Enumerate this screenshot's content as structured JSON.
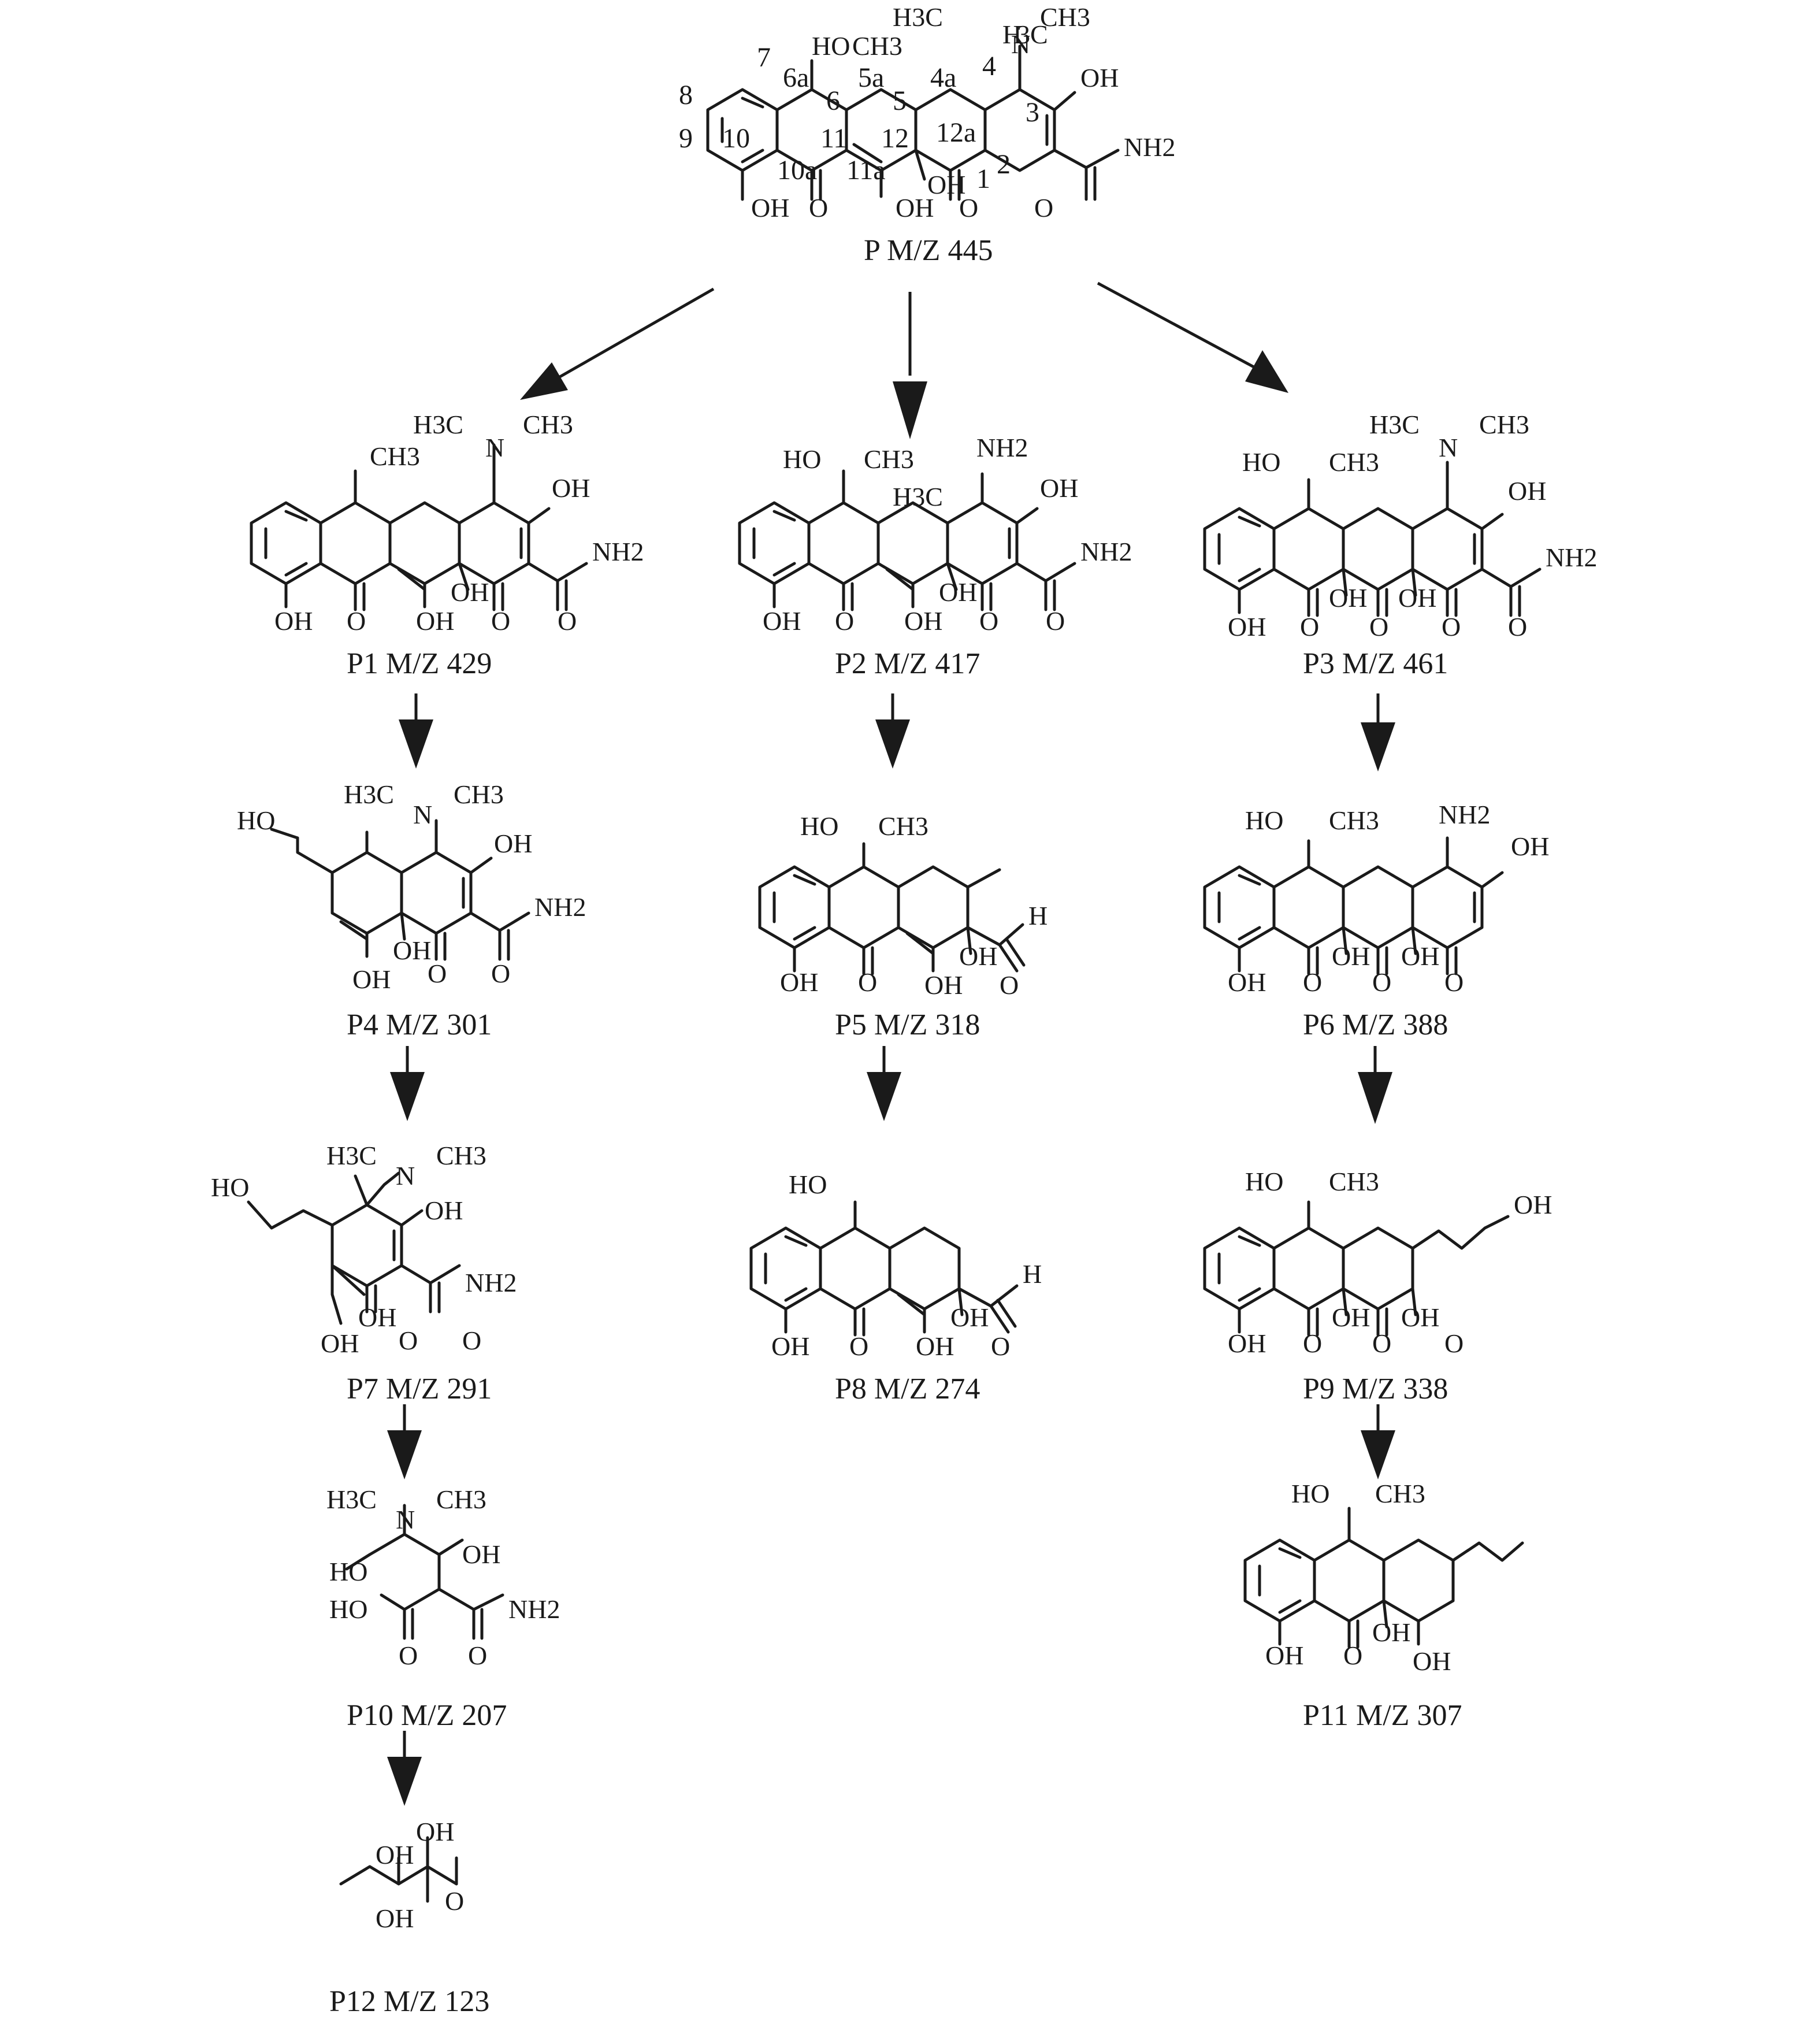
{
  "compounds": [
    {
      "id": "P",
      "caption": "P M/Z 445"
    },
    {
      "id": "P1",
      "caption": "P1 M/Z 429"
    },
    {
      "id": "P2",
      "caption": "P2 M/Z 417"
    },
    {
      "id": "P3",
      "caption": "P3 M/Z 461"
    },
    {
      "id": "P4",
      "caption": "P4 M/Z 301"
    },
    {
      "id": "P5",
      "caption": "P5 M/Z 318"
    },
    {
      "id": "P6",
      "caption": "P6 M/Z 388"
    },
    {
      "id": "P7",
      "caption": "P7 M/Z 291"
    },
    {
      "id": "P8",
      "caption": "P8 M/Z 274"
    },
    {
      "id": "P9",
      "caption": "P9 M/Z 338"
    },
    {
      "id": "P10",
      "caption": "P10 M/Z 207"
    },
    {
      "id": "P11",
      "caption": "P11 M/Z 307"
    },
    {
      "id": "P12",
      "caption": "P12 M/Z 123"
    }
  ],
  "pathways": [
    {
      "from": "P",
      "to": "P1"
    },
    {
      "from": "P",
      "to": "P2"
    },
    {
      "from": "P",
      "to": "P3"
    },
    {
      "from": "P1",
      "to": "P4"
    },
    {
      "from": "P4",
      "to": "P7"
    },
    {
      "from": "P7",
      "to": "P10"
    },
    {
      "from": "P10",
      "to": "P12"
    },
    {
      "from": "P2",
      "to": "P5"
    },
    {
      "from": "P5",
      "to": "P8"
    },
    {
      "from": "P3",
      "to": "P6"
    },
    {
      "from": "P6",
      "to": "P9"
    },
    {
      "from": "P9",
      "to": "P11"
    }
  ],
  "atom_labels": {
    "oh": "OH",
    "ho": "HO",
    "o": "O",
    "h": "H",
    "n": "N",
    "ch3": "CH3",
    "h3c": "H3C",
    "nh2": "NH2"
  },
  "position_labels": [
    "7",
    "6a",
    "6",
    "5a",
    "5",
    "4a",
    "4",
    "3",
    "8",
    "9",
    "10",
    "11",
    "12",
    "12a",
    "2",
    "10a",
    "11a",
    "1"
  ]
}
